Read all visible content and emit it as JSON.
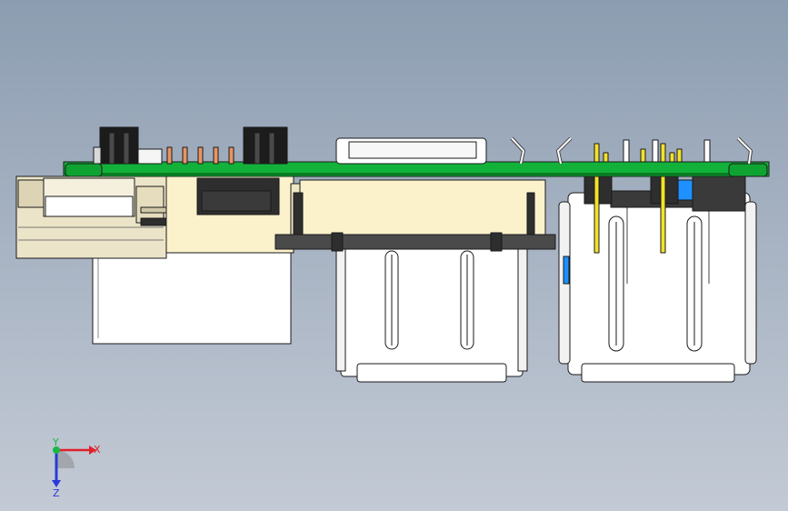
{
  "triad": {
    "x_label": "X",
    "y_label": "Y",
    "z_label": "Z",
    "x_color": "#e0202a",
    "y_color": "#18b848",
    "z_color": "#2a3ad8"
  },
  "colors": {
    "pcb": "#12b23a",
    "pcb_dark": "#0a7a24",
    "connector_beige": "#fbf2cc",
    "shell_white": "#ffffff",
    "pin_copper": "#e89462",
    "header_gold": "#f2e22a",
    "dark_plastic": "#2e2e2e",
    "clip_blue": "#1e90ff"
  }
}
